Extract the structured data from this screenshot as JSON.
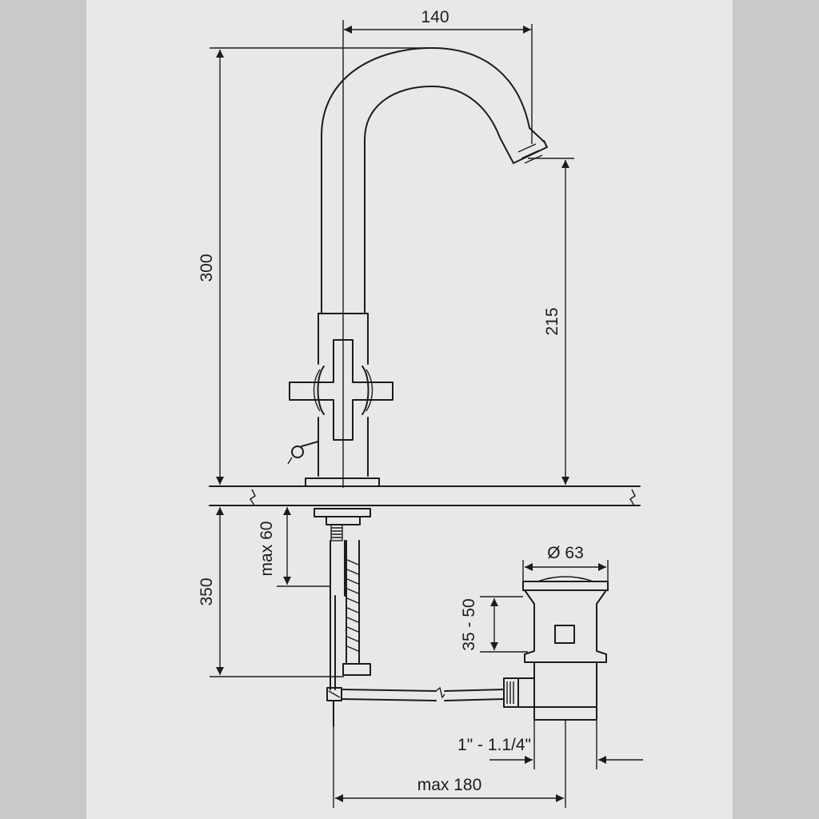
{
  "drawing": {
    "dimensions": {
      "spout_reach": "140",
      "total_height": "300",
      "spout_height": "215",
      "max_deck_thickness": "max 60",
      "hose_length": "350",
      "waste_diameter": "Ø 63",
      "waste_plug_height": "35 - 50",
      "waste_thread": "1\" - 1.1/4\"",
      "max_rod_distance": "max 180"
    },
    "colors": {
      "background": "#c9c9c9",
      "paper": "#e8e8e8",
      "line": "#1c1c1c"
    }
  }
}
